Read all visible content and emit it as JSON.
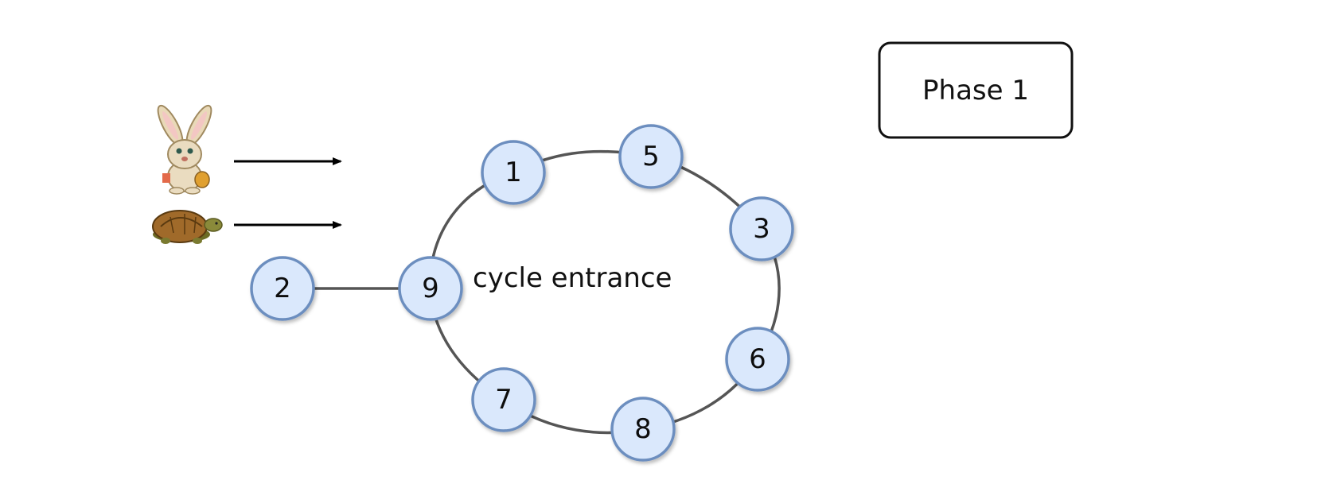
{
  "diagram": {
    "phase_label": "Phase 1",
    "entrance_label": "cycle entrance",
    "colors": {
      "node_fill": "#dae8fc",
      "node_stroke": "#6c8ebf",
      "edge": "#555555"
    },
    "nodes": [
      {
        "id": "n2",
        "label": "2"
      },
      {
        "id": "n9",
        "label": "9"
      },
      {
        "id": "n1",
        "label": "1"
      },
      {
        "id": "n5",
        "label": "5"
      },
      {
        "id": "n3",
        "label": "3"
      },
      {
        "id": "n6",
        "label": "6"
      },
      {
        "id": "n8",
        "label": "8"
      },
      {
        "id": "n7",
        "label": "7"
      }
    ],
    "edges": [
      [
        "2",
        "9"
      ],
      [
        "9",
        "1"
      ],
      [
        "1",
        "5"
      ],
      [
        "5",
        "3"
      ],
      [
        "3",
        "6"
      ],
      [
        "6",
        "8"
      ],
      [
        "8",
        "7"
      ],
      [
        "7",
        "9"
      ]
    ],
    "pointers": [
      {
        "name": "hare",
        "icon": "rabbit-icon"
      },
      {
        "name": "tortoise",
        "icon": "turtle-icon"
      }
    ]
  }
}
